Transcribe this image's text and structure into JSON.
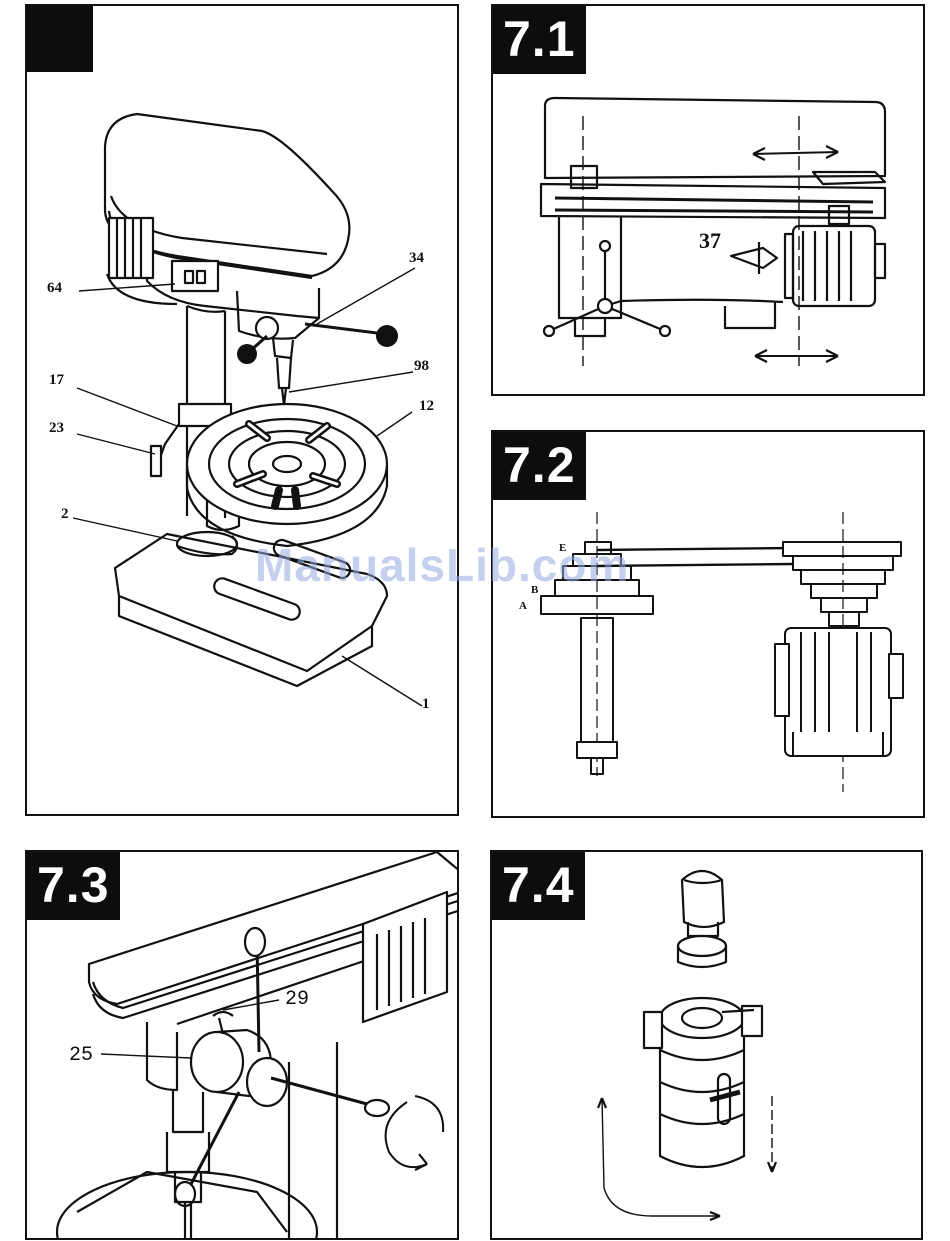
{
  "panels": {
    "main": {
      "tab": "",
      "callouts": [
        "64",
        "34",
        "98",
        "17",
        "12",
        "23",
        "2",
        "1"
      ]
    },
    "p71": {
      "tab": "7.1",
      "callouts": [
        "37"
      ]
    },
    "p72": {
      "tab": "7.2",
      "callouts": [
        "E",
        "B",
        "A"
      ]
    },
    "p73": {
      "tab": "7.3",
      "callouts": [
        "29",
        "25"
      ]
    },
    "p74": {
      "tab": "7.4"
    }
  },
  "watermark": "ManualsLib.com"
}
